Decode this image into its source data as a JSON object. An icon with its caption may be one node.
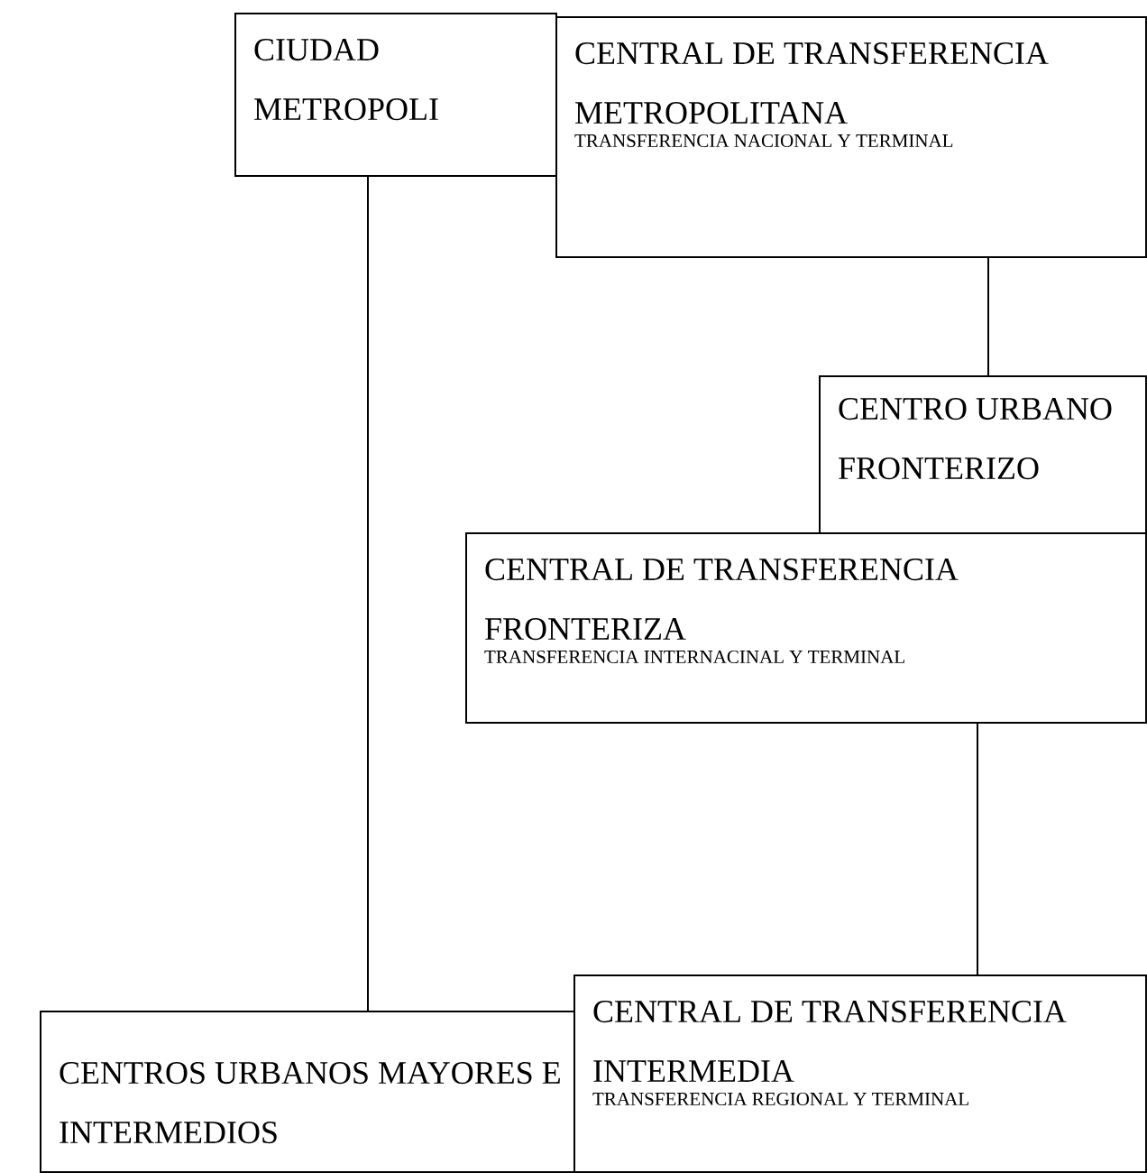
{
  "diagram": {
    "nodes": [
      {
        "text": [
          "CIUDAD METROPOLI"
        ]
      },
      {
        "text": [
          "CENTRAL DE TRANSFERENCIA METROPOLITANA",
          "TRANSFERENCIA NACIONAL Y TERMINAL"
        ]
      },
      {
        "text": [
          "CENTRO URBANO FRONTERIZO"
        ]
      },
      {
        "text": [
          "CENTRAL DE TRANSFERENCIA FRONTERIZA",
          "TRANSFERENCIA INTERNACINAL Y TERMINAL"
        ]
      },
      {
        "text": [
          "CENTROS URBANOS MAYORES E INTERMEDIOS"
        ]
      },
      {
        "text": [
          "CENTRAL DE TRANSFERENCIA INTERMEDIA",
          "TRANSFERENCIA REGIONAL Y TERMINAL"
        ]
      }
    ],
    "edges": [
      {
        "from": 0,
        "to": 4,
        "arrow": "none"
      },
      {
        "from": 1,
        "to": 2,
        "arrow": "none"
      },
      {
        "from": 3,
        "to": 5,
        "arrow": "none"
      }
    ]
  }
}
